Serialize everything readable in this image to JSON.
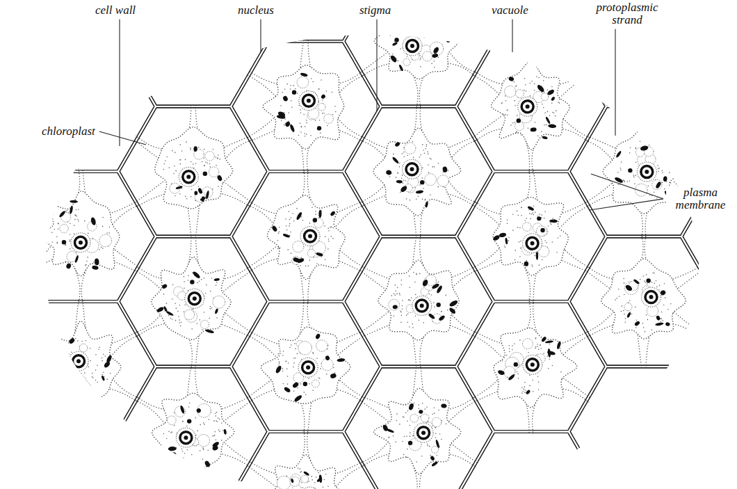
{
  "diagram": {
    "labels": [
      "cell wall",
      "nucleus",
      "stigma",
      "vacuole",
      "protoplasmic strand",
      "chloroplast",
      "plasma membrane"
    ]
  }
}
